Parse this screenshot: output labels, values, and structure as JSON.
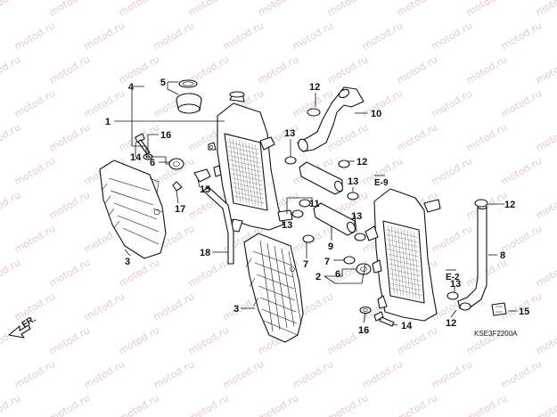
{
  "watermark": {
    "text": "motod.ru",
    "color": "#e7c9cd"
  },
  "diagram": {
    "code": "KSE3F2200A",
    "direction_label": "FR.",
    "refs": [
      {
        "id": "e9",
        "label": "E-9"
      },
      {
        "id": "e2",
        "label": "E-2"
      }
    ],
    "callouts": [
      {
        "id": "c4",
        "label": "4"
      },
      {
        "id": "c5",
        "label": "5"
      },
      {
        "id": "c1",
        "label": "1"
      },
      {
        "id": "c16a",
        "label": "16"
      },
      {
        "id": "c14a",
        "label": "14"
      },
      {
        "id": "c6a",
        "label": "6"
      },
      {
        "id": "c15a",
        "label": "15"
      },
      {
        "id": "c17",
        "label": "17"
      },
      {
        "id": "c3a",
        "label": "3"
      },
      {
        "id": "c18",
        "label": "18"
      },
      {
        "id": "c3b",
        "label": "3"
      },
      {
        "id": "c12a",
        "label": "12"
      },
      {
        "id": "c10",
        "label": "10"
      },
      {
        "id": "c13a",
        "label": "13"
      },
      {
        "id": "c12b",
        "label": "12"
      },
      {
        "id": "c13b",
        "label": "13"
      },
      {
        "id": "c11",
        "label": "11"
      },
      {
        "id": "c13c",
        "label": "13"
      },
      {
        "id": "c13d",
        "label": "13"
      },
      {
        "id": "c9",
        "label": "9"
      },
      {
        "id": "c7a",
        "label": "7"
      },
      {
        "id": "c7b",
        "label": "7"
      },
      {
        "id": "c6b",
        "label": "6"
      },
      {
        "id": "c2",
        "label": "2"
      },
      {
        "id": "c12c",
        "label": "12"
      },
      {
        "id": "c8",
        "label": "8"
      },
      {
        "id": "c13e",
        "label": "13"
      },
      {
        "id": "c15b",
        "label": "15"
      },
      {
        "id": "c12d",
        "label": "12"
      },
      {
        "id": "c16b",
        "label": "16"
      },
      {
        "id": "c14b",
        "label": "14"
      }
    ]
  }
}
